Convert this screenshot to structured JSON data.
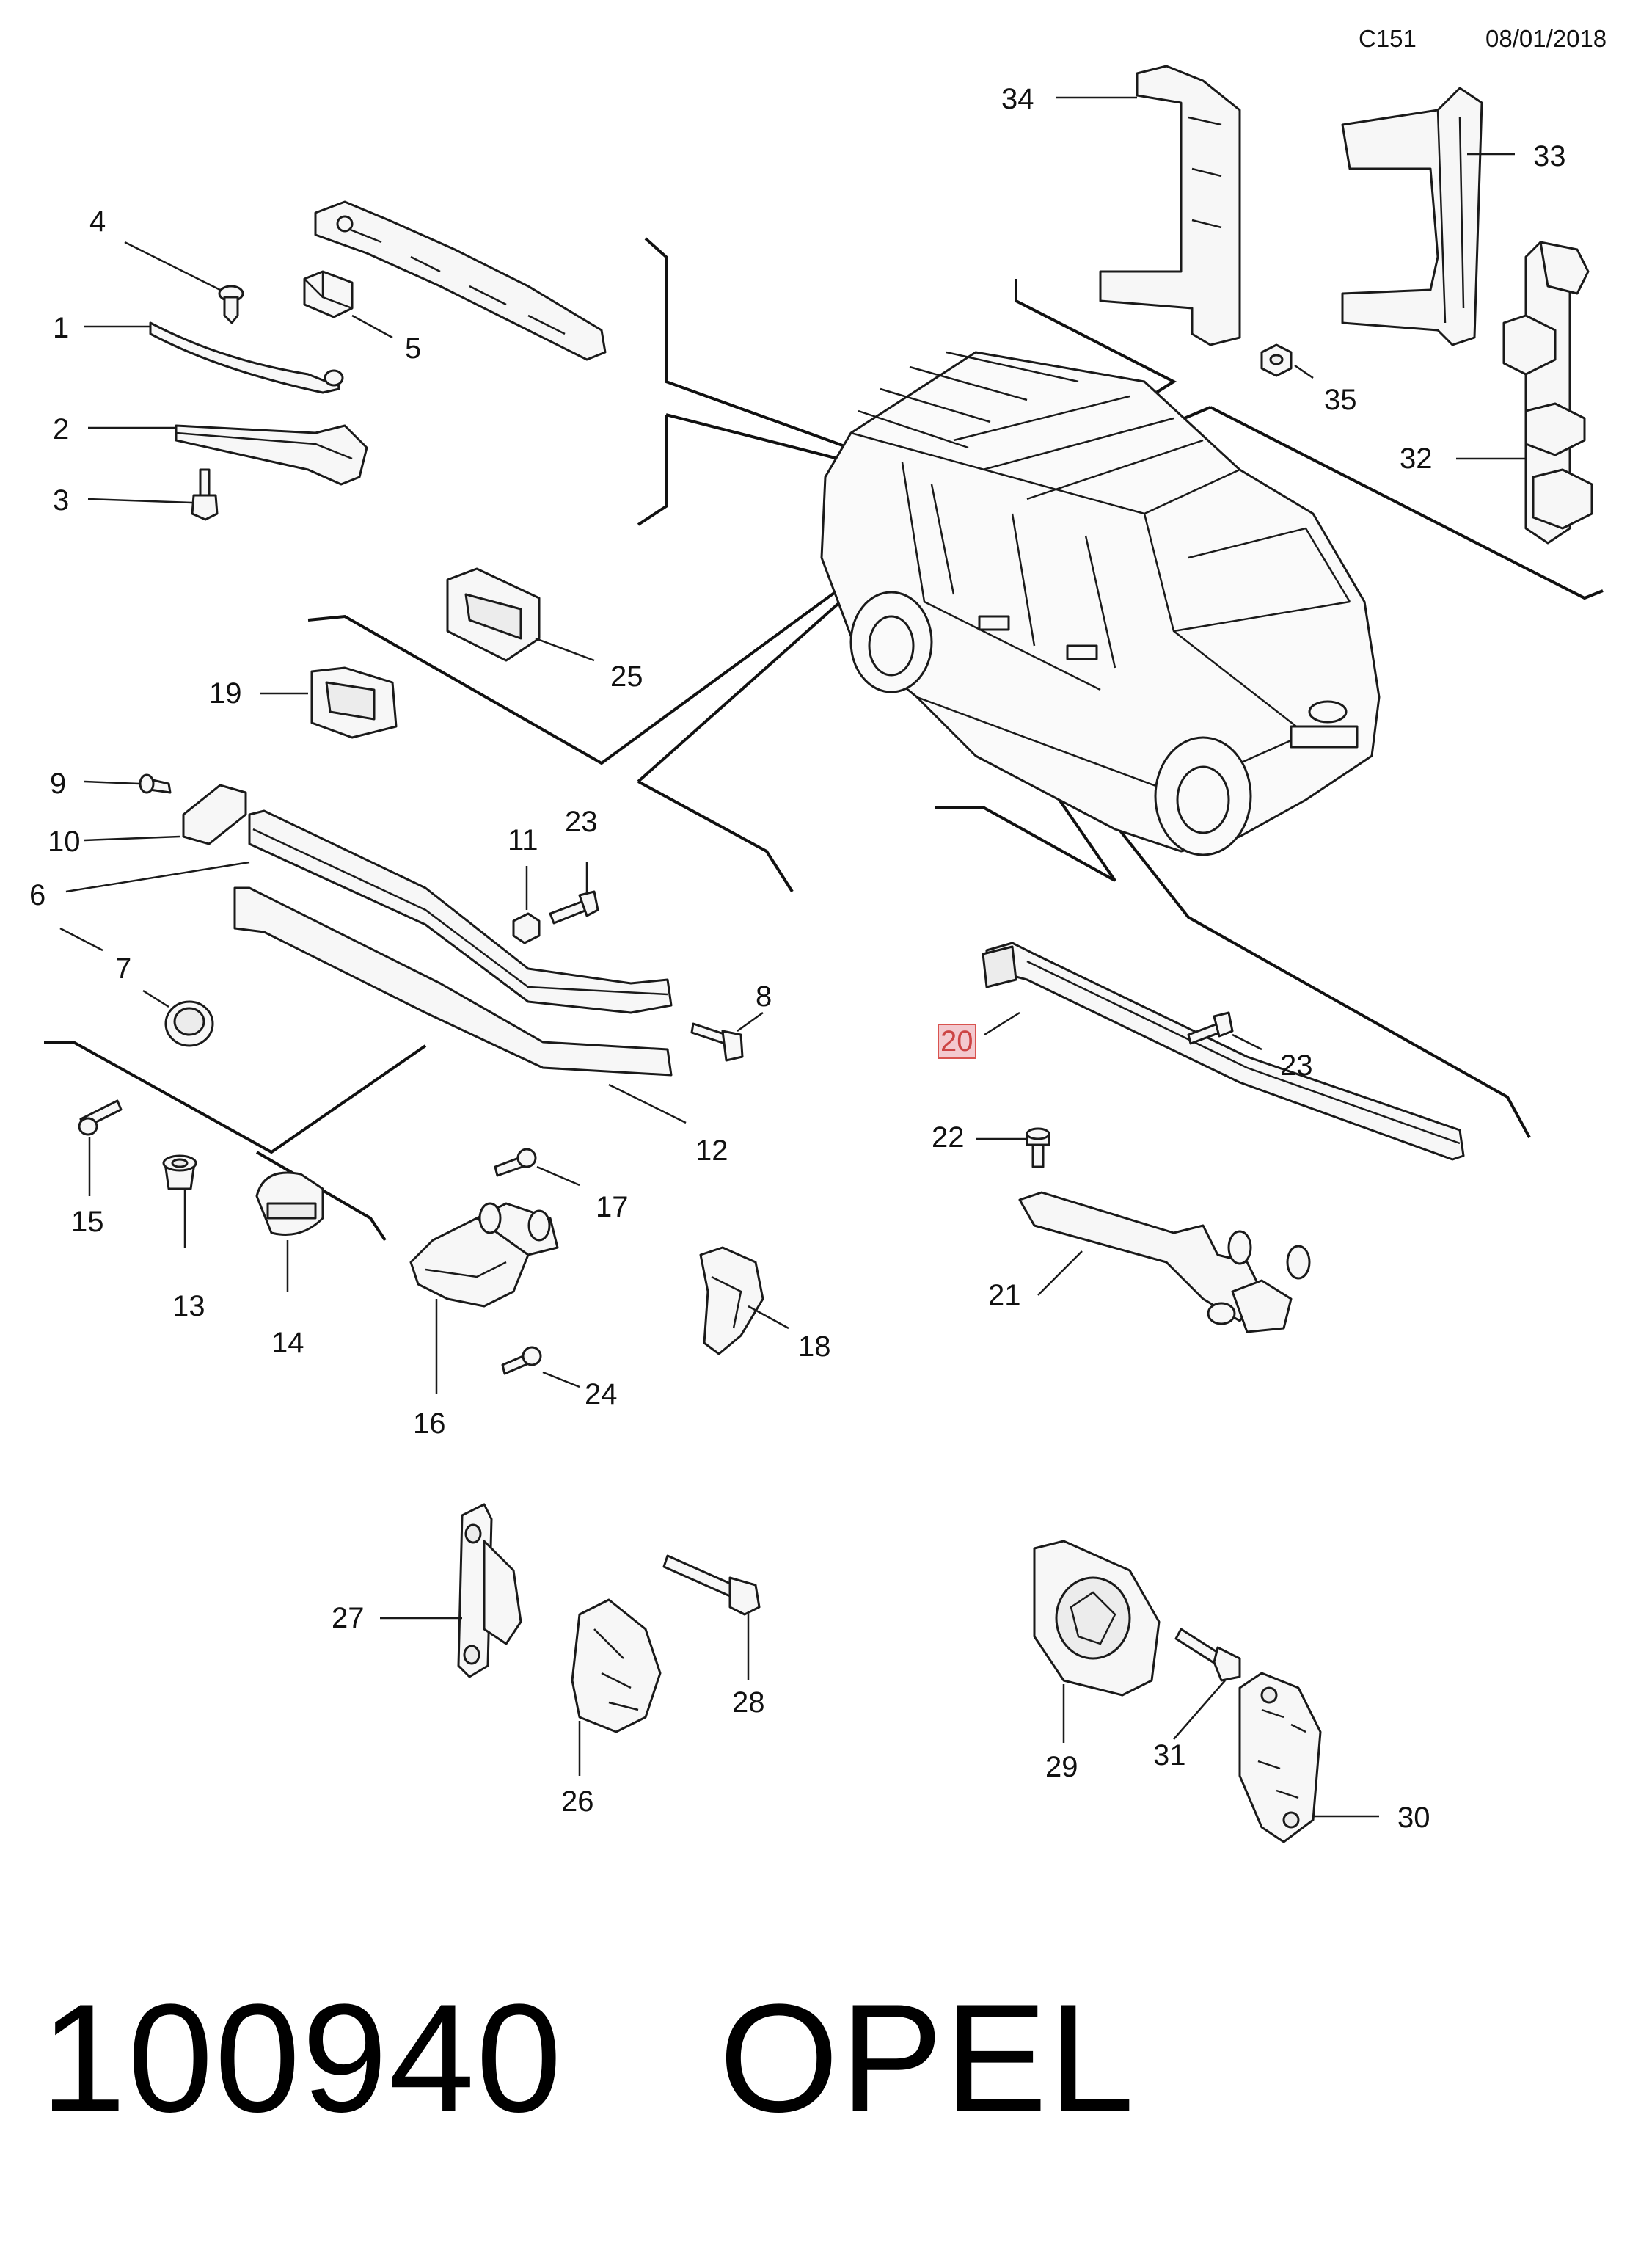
{
  "header": {
    "code": "C151",
    "date": "08/01/2018"
  },
  "callouts": {
    "c1": "1",
    "c2": "2",
    "c3": "3",
    "c4": "4",
    "c5": "5",
    "c6": "6",
    "c7": "7",
    "c8": "8",
    "c9": "9",
    "c10": "10",
    "c11": "11",
    "c12": "12",
    "c13": "13",
    "c14": "14",
    "c15": "15",
    "c16": "16",
    "c17": "17",
    "c18": "18",
    "c19": "19",
    "c20": "20",
    "c21": "21",
    "c22": "22",
    "c23a": "23",
    "c23b": "23",
    "c24": "24",
    "c25": "25",
    "c26": "26",
    "c27": "27",
    "c28": "28",
    "c29": "29",
    "c30": "30",
    "c31": "31",
    "c32": "32",
    "c33": "33",
    "c34": "34",
    "c35": "35"
  },
  "highlighted_callout": "20",
  "footer": {
    "part_number": "100940",
    "brand": "OPEL"
  }
}
